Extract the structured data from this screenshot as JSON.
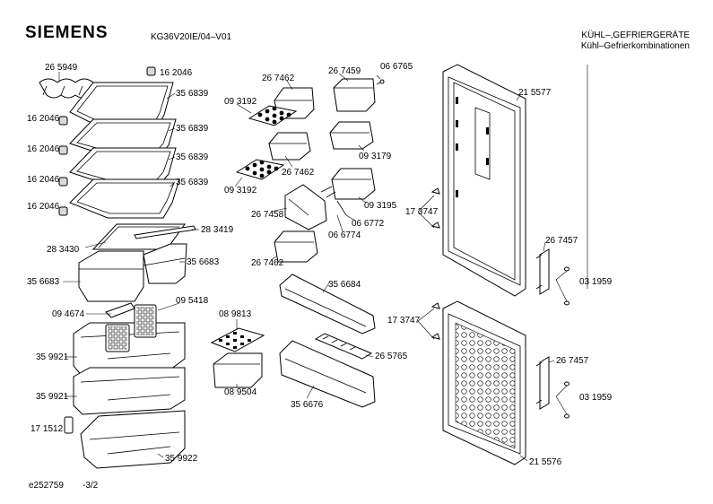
{
  "header": {
    "brand": "SIEMENS",
    "model": "KG36V20IE/04–V01",
    "category_line1": "KÜHL–,GEFRIERGERÄTE",
    "category_line2": "Kühl–Gefrierkombinationen"
  },
  "footer": {
    "drawing_id": "e252759",
    "page": "-3/2"
  },
  "parts": [
    {
      "id": "p01",
      "label": "26 5949"
    },
    {
      "id": "p02",
      "label": "16 2046"
    },
    {
      "id": "p03",
      "label": "35 6839"
    },
    {
      "id": "p04",
      "label": "16 2046"
    },
    {
      "id": "p05",
      "label": "35 6839"
    },
    {
      "id": "p06",
      "label": "16 2046"
    },
    {
      "id": "p07",
      "label": "35 6839"
    },
    {
      "id": "p08",
      "label": "16 2046"
    },
    {
      "id": "p09",
      "label": "35 6839"
    },
    {
      "id": "p10",
      "label": "16 2046"
    },
    {
      "id": "p11",
      "label": "28 3419"
    },
    {
      "id": "p12",
      "label": "28 3430"
    },
    {
      "id": "p13",
      "label": "35 6683"
    },
    {
      "id": "p14",
      "label": "35 6683"
    },
    {
      "id": "p15",
      "label": "09 5418"
    },
    {
      "id": "p16",
      "label": "09 4674"
    },
    {
      "id": "p17",
      "label": "35 9921"
    },
    {
      "id": "p18",
      "label": "35 9921"
    },
    {
      "id": "p19",
      "label": "17 1512"
    },
    {
      "id": "p20",
      "label": "35 9922"
    },
    {
      "id": "p21",
      "label": "26 7462"
    },
    {
      "id": "p22",
      "label": "26 7459"
    },
    {
      "id": "p23",
      "label": "06 6765"
    },
    {
      "id": "p24",
      "label": "09 3192"
    },
    {
      "id": "p25",
      "label": "26 7462"
    },
    {
      "id": "p26",
      "label": "09 3179"
    },
    {
      "id": "p27",
      "label": "09 3192"
    },
    {
      "id": "p28",
      "label": "26 7458"
    },
    {
      "id": "p29",
      "label": "09 3195"
    },
    {
      "id": "p30",
      "label": "06 6772"
    },
    {
      "id": "p31",
      "label": "06 6774"
    },
    {
      "id": "p32",
      "label": "26 7462"
    },
    {
      "id": "p33",
      "label": "35 6684"
    },
    {
      "id": "p34",
      "label": "08 9813"
    },
    {
      "id": "p35",
      "label": "08 9504"
    },
    {
      "id": "p36",
      "label": "26 5765"
    },
    {
      "id": "p37",
      "label": "35 6676"
    },
    {
      "id": "p38",
      "label": "21 5577"
    },
    {
      "id": "p39",
      "label": "17 3747"
    },
    {
      "id": "p40",
      "label": "26 7457"
    },
    {
      "id": "p41",
      "label": "03 1959"
    },
    {
      "id": "p42",
      "label": "17 3747"
    },
    {
      "id": "p43",
      "label": "26 7457"
    },
    {
      "id": "p44",
      "label": "03 1959"
    },
    {
      "id": "p45",
      "label": "21 5576"
    }
  ]
}
